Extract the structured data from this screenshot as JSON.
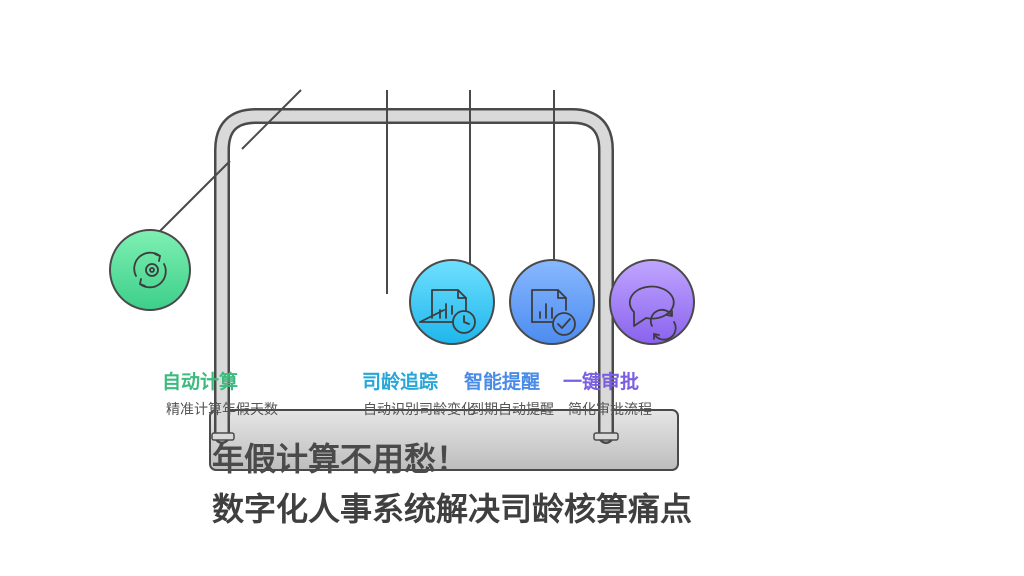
{
  "features": [
    {
      "label": "自动计算",
      "desc": "精准计算年假天数",
      "color": "#3dbb7e",
      "icon": "gear-cycle-icon"
    },
    {
      "label": "司龄追踪",
      "desc": "自动识别司龄变化",
      "color": "#27a6d8",
      "icon": "document-chart-clock-icon"
    },
    {
      "label": "智能提醒",
      "desc": "到期自动提醒",
      "color": "#4a8be8",
      "icon": "document-chart-check-icon"
    },
    {
      "label": "一键审批",
      "desc": "简化审批流程",
      "color": "#7a5fe0",
      "icon": "chat-refresh-icon"
    }
  ],
  "title": {
    "line1": "年假计算不用愁！",
    "line2": "数字化人事系统解决司龄核算痛点"
  }
}
